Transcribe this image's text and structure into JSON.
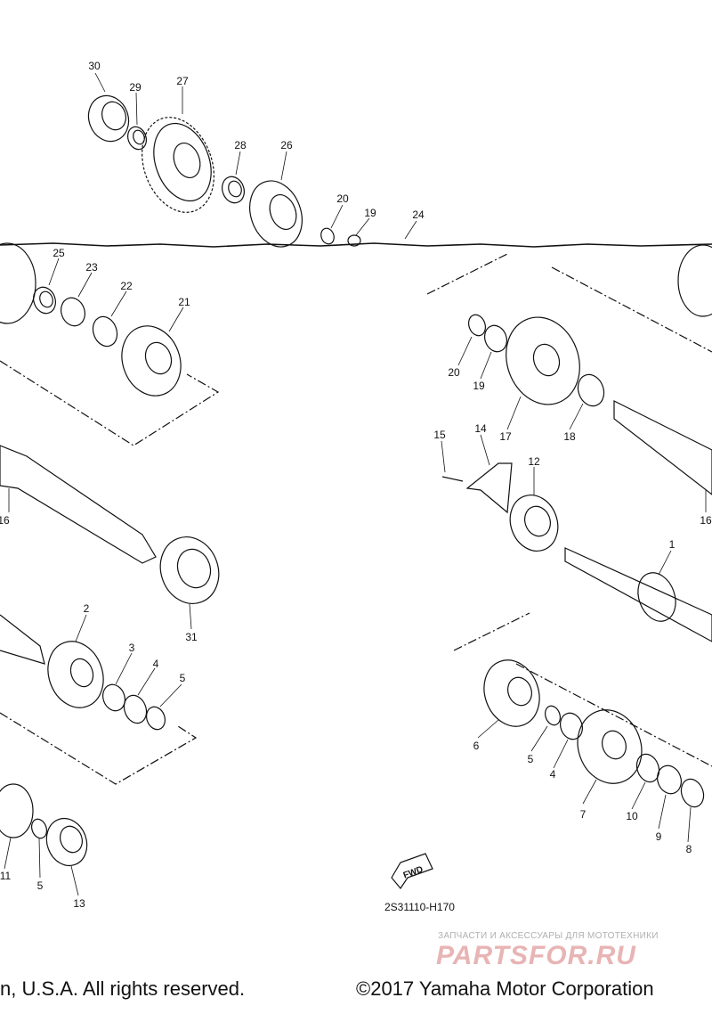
{
  "diagram": {
    "code": "2S31110-H170",
    "fwd_label": "FWD",
    "callouts": [
      "30",
      "29",
      "27",
      "28",
      "26",
      "20",
      "19",
      "24",
      "25",
      "23",
      "22",
      "21",
      "20",
      "19",
      "17",
      "18",
      "15",
      "14",
      "12",
      "16",
      "16",
      "1",
      "2",
      "3",
      "4",
      "5",
      "31",
      "6",
      "5",
      "4",
      "7",
      "10",
      "9",
      "8",
      "11",
      "5",
      "13"
    ]
  },
  "watermark": {
    "tagline": "ЗАПЧАСТИ И АКСЕССУАРЫ ДЛЯ МОТОТЕХНИКИ",
    "logo": "PARTSFOR.RU"
  },
  "footer": {
    "left": "n, U.S.A. All rights reserved.",
    "right": "©2017 Yamaha Motor Corporation"
  },
  "colors": {
    "line": "#111111",
    "watermark_logo": "#e8b4b4",
    "watermark_text": "#b0b0b0"
  }
}
